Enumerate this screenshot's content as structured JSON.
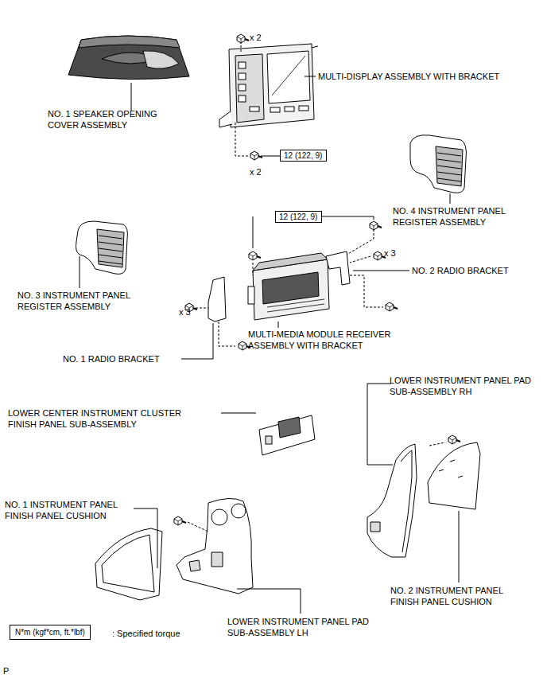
{
  "diagram": {
    "nodes": [
      {
        "text": [
          "12 (122, 9)"
        ]
      },
      {
        "text": [
          "12 (122, 9)"
        ]
      },
      {
        "text": [
          "N*m (kgf*cm, ft.*lbf)"
        ]
      }
    ],
    "labels": [
      "x 2",
      "MULTI-DISPLAY ASSEMBLY WITH BRACKET",
      "NO. 1 SPEAKER OPENING COVER ASSEMBLY",
      "x 2",
      "NO. 4 INSTRUMENT PANEL REGISTER ASSEMBLY",
      "x 3",
      "NO. 2 RADIO BRACKET",
      "NO. 3 INSTRUMENT PANEL REGISTER ASSEMBLY",
      "x 3",
      "MULTI-MEDIA MODULE RECEIVER ASSEMBLY WITH BRACKET",
      "NO. 1 RADIO BRACKET",
      "LOWER INSTRUMENT PANEL PAD SUB-ASSEMBLY RH",
      "LOWER CENTER INSTRUMENT CLUSTER FINISH PANEL SUB-ASSEMBLY",
      "NO. 1 INSTRUMENT PANEL FINISH PANEL CUSHION",
      "NO. 2 INSTRUMENT PANEL FINISH PANEL CUSHION",
      ": Specified torque",
      "LOWER INSTRUMENT PANEL PAD SUB-ASSEMBLY LH",
      "P"
    ]
  }
}
